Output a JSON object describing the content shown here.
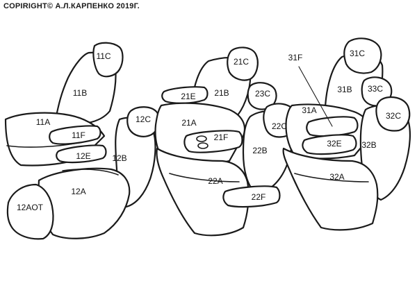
{
  "copyright": "COPIRIGHT© А.Л.КАРПЕНКО 2019Г.",
  "parts": {
    "p11C": "11C",
    "p11B": "11B",
    "p11A": "11A",
    "p11F": "11F",
    "p12E": "12E",
    "p12C": "12C",
    "p12B": "12B",
    "p12A": "12A",
    "p12AOT": "12AOT",
    "p21C": "21C",
    "p21E": "21E",
    "p21B": "21B",
    "p23C": "23C",
    "p21A": "21A",
    "p21F": "21F",
    "p22C": "22C",
    "p22B": "22B",
    "p22A": "22A",
    "p22F": "22F",
    "p31F": "31F",
    "p31C": "31C",
    "p31B": "31B",
    "p33C": "33C",
    "p31A": "31A",
    "p32C": "32C",
    "p32E": "32E",
    "p32B": "32B",
    "p32A": "32A"
  }
}
